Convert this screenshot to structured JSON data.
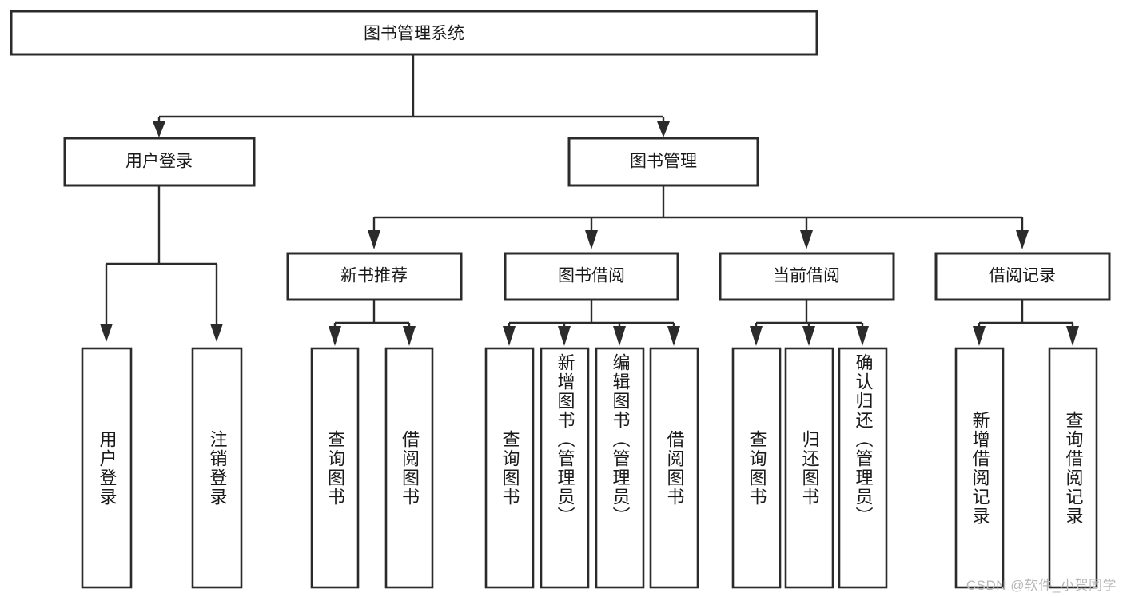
{
  "diagram": {
    "title": "图书管理系统",
    "watermark": "CSDN @软件_小贺同学",
    "colors": {
      "stroke": "#2b2b2b",
      "fill": "#ffffff",
      "text": "#1a1a1a",
      "watermark": "#b8b8b8",
      "background": "#ffffff"
    },
    "root": {
      "label": "图书管理系统"
    },
    "level2": [
      {
        "label": "用户登录"
      },
      {
        "label": "图书管理"
      }
    ],
    "level3": [
      {
        "label": "新书推荐"
      },
      {
        "label": "图书借阅"
      },
      {
        "label": "当前借阅"
      },
      {
        "label": "借阅记录"
      }
    ],
    "leaves": {
      "user_login": [
        {
          "label": "用户登录"
        },
        {
          "label": "注销登录"
        }
      ],
      "new_book_recommend": [
        {
          "label": "查询图书"
        },
        {
          "label": "借阅图书"
        }
      ],
      "book_borrow": [
        {
          "label": "查询图书"
        },
        {
          "label": "新增图书（管理员）"
        },
        {
          "label": "编辑图书（管理员）"
        },
        {
          "label": "借阅图书"
        }
      ],
      "current_borrow": [
        {
          "label": "查询图书"
        },
        {
          "label": "归还图书"
        },
        {
          "label": "确认归还（管理员）"
        }
      ],
      "borrow_record": [
        {
          "label": "新增借阅记录"
        },
        {
          "label": "查询借阅记录"
        }
      ]
    }
  }
}
